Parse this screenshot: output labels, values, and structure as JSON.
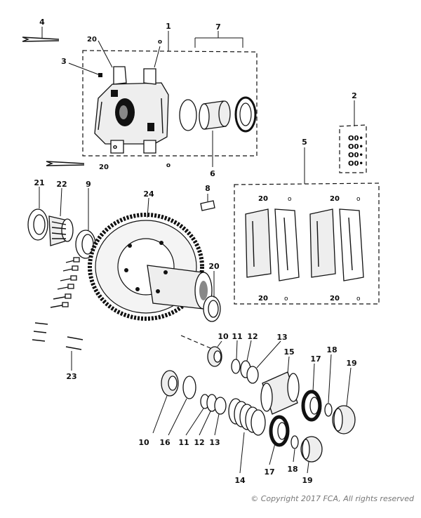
{
  "diagram": {
    "callouts": {
      "c1": "1",
      "c2": "2",
      "c3": "3",
      "c4": "4",
      "c5": "5",
      "c6": "6",
      "c7": "7",
      "c8": "8",
      "c9": "9",
      "c10a": "10",
      "c10b": "10",
      "c11a": "11",
      "c11b": "11",
      "c12a": "12",
      "c12b": "12",
      "c13a": "13",
      "c13b": "13",
      "c14": "14",
      "c15": "15",
      "c16": "16",
      "c17a": "17",
      "c17b": "17",
      "c18a": "18",
      "c18b": "18",
      "c19a": "19",
      "c19b": "19",
      "c20": "20",
      "c21": "21",
      "c22": "22",
      "c23": "23",
      "c24": "24"
    }
  },
  "footer": {
    "copyright": "© Copyright 2017 FCA, All rights reserved"
  }
}
